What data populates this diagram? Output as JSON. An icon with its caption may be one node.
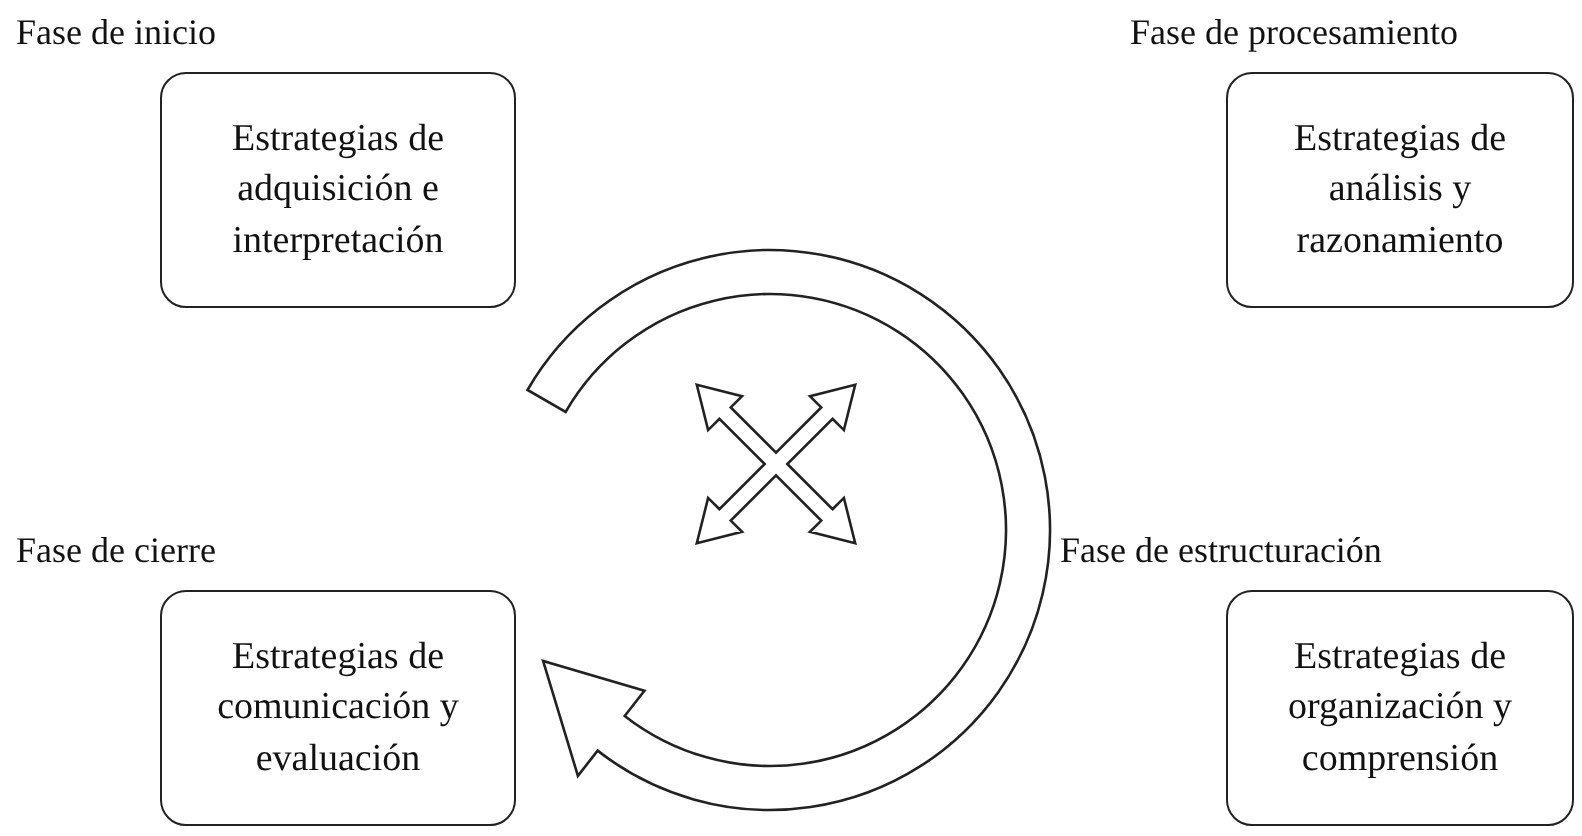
{
  "diagram": {
    "nodes": [
      {
        "text": [
          "Fase de inicio",
          "Estrategias de adquisición e interpretación"
        ]
      },
      {
        "text": [
          "Fase de procesamiento",
          "Estrategias de análisis y razonamiento"
        ]
      },
      {
        "text": [
          "Fase de cierre",
          "Estrategias de comunicación y evaluación"
        ]
      },
      {
        "text": [
          "Fase de estructuración",
          "Estrategias de organización y comprensión"
        ]
      }
    ]
  }
}
